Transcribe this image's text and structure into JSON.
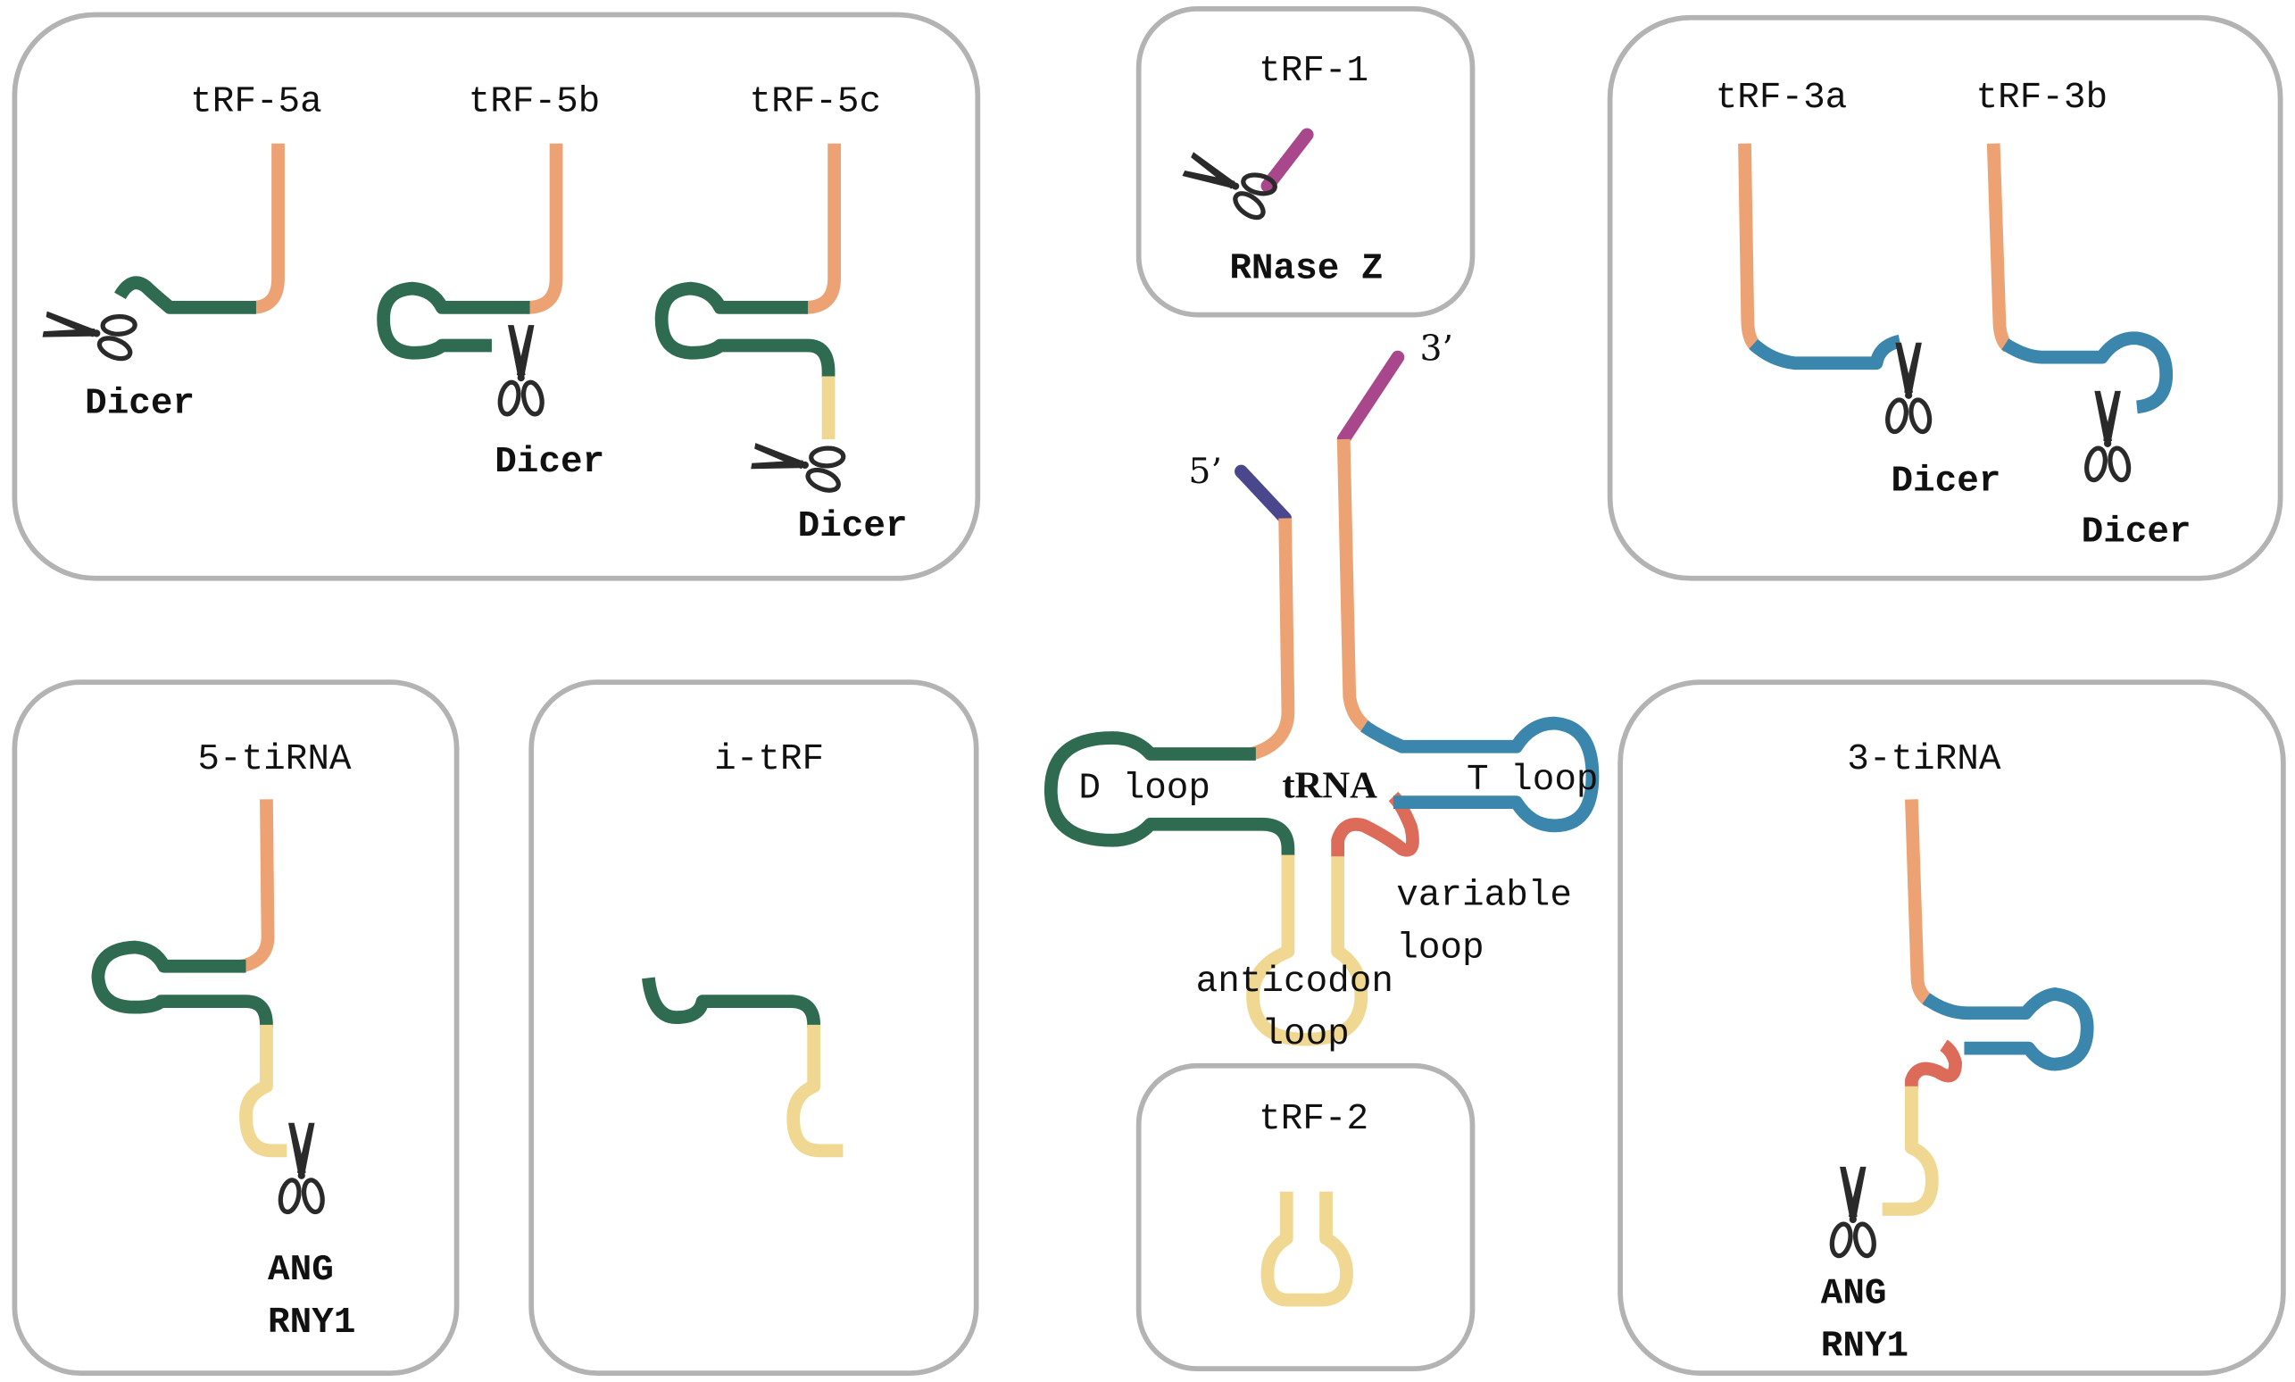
{
  "figure": {
    "center": {
      "title": "tRNA",
      "end_5": "5’",
      "end_3": "3’",
      "d_loop": "D loop",
      "t_loop": "T loop",
      "variable_loop_line1": "variable",
      "variable_loop_line2": "loop",
      "anticodon_loop_line1": "anticodon",
      "anticodon_loop_line2": "loop"
    },
    "panels": {
      "trf5": {
        "fragments": [
          {
            "label": "tRF-5a",
            "enzyme": "Dicer"
          },
          {
            "label": "tRF-5b",
            "enzyme": "Dicer"
          },
          {
            "label": "tRF-5c",
            "enzyme": "Dicer"
          }
        ]
      },
      "trf1": {
        "label": "tRF-1",
        "enzyme": "RNase Z"
      },
      "trf3": {
        "fragments": [
          {
            "label": "tRF-3a",
            "enzyme": "Dicer"
          },
          {
            "label": "tRF-3b",
            "enzyme": "Dicer"
          }
        ]
      },
      "tirna5": {
        "label": "5-tiRNA",
        "enzyme_line1": "ANG",
        "enzyme_line2": "RNY1"
      },
      "itrf": {
        "label": "i-tRF"
      },
      "trf2": {
        "label": "tRF-2"
      },
      "tirna3": {
        "label": "3-tiRNA",
        "enzyme_line1": "ANG",
        "enzyme_line2": "RNY1"
      }
    },
    "icons": {
      "cleavage": "scissors-icon"
    },
    "colors": {
      "acceptor_stem": "#eda274",
      "d_arm": "#2f6b50",
      "anticodon_arm": "#f0d892",
      "variable_loop": "#dd6b5a",
      "t_arm": "#3b86ac",
      "trailer_3": "#a8478b",
      "leader_5": "#4b478c",
      "panel_border": "#b3b3b3"
    }
  }
}
